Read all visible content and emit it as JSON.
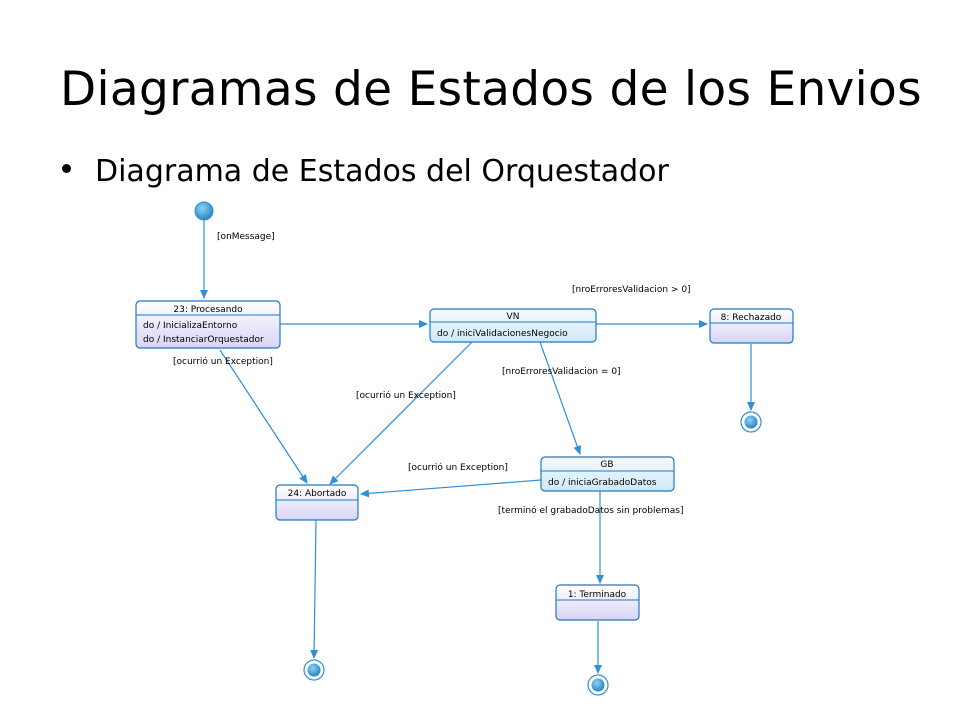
{
  "title": "Diagramas de Estados de los Envios",
  "bullet": "Diagrama de Estados del Orquestador",
  "colors": {
    "arrow": "#2f8fd8",
    "state_border": "#1f78c8",
    "state_fill_top": "#ffffff",
    "state_fill_bottom": "#d8d4f6"
  },
  "states": {
    "procesando": {
      "name": "23: Procesando",
      "actions": [
        "do / InicializaEntorno",
        "do / InstanciarOrquestador"
      ]
    },
    "vn": {
      "name": "VN",
      "actions": [
        "do / iniciValidacionesNegocio"
      ]
    },
    "rechazado": {
      "name": "8: Rechazado",
      "actions": []
    },
    "gb": {
      "name": "GB",
      "actions": [
        "do / iniciaGrabadoDatos"
      ]
    },
    "abortado": {
      "name": "24: Abortado",
      "actions": []
    },
    "terminado": {
      "name": "1: Terminado",
      "actions": []
    }
  },
  "guards": {
    "on_message": "[onMessage]",
    "errores_gt0": "[nroErroresValidacion > 0]",
    "exception_procesando": "[ocurrió un Exception]",
    "exception_vn": "[ocurrió un Exception]",
    "errores_eq0": "[nroErroresValidacion = 0]",
    "exception_gb": "[ocurrió un Exception]",
    "termino": "[terminó el grabadoDatos sin problemas]"
  }
}
